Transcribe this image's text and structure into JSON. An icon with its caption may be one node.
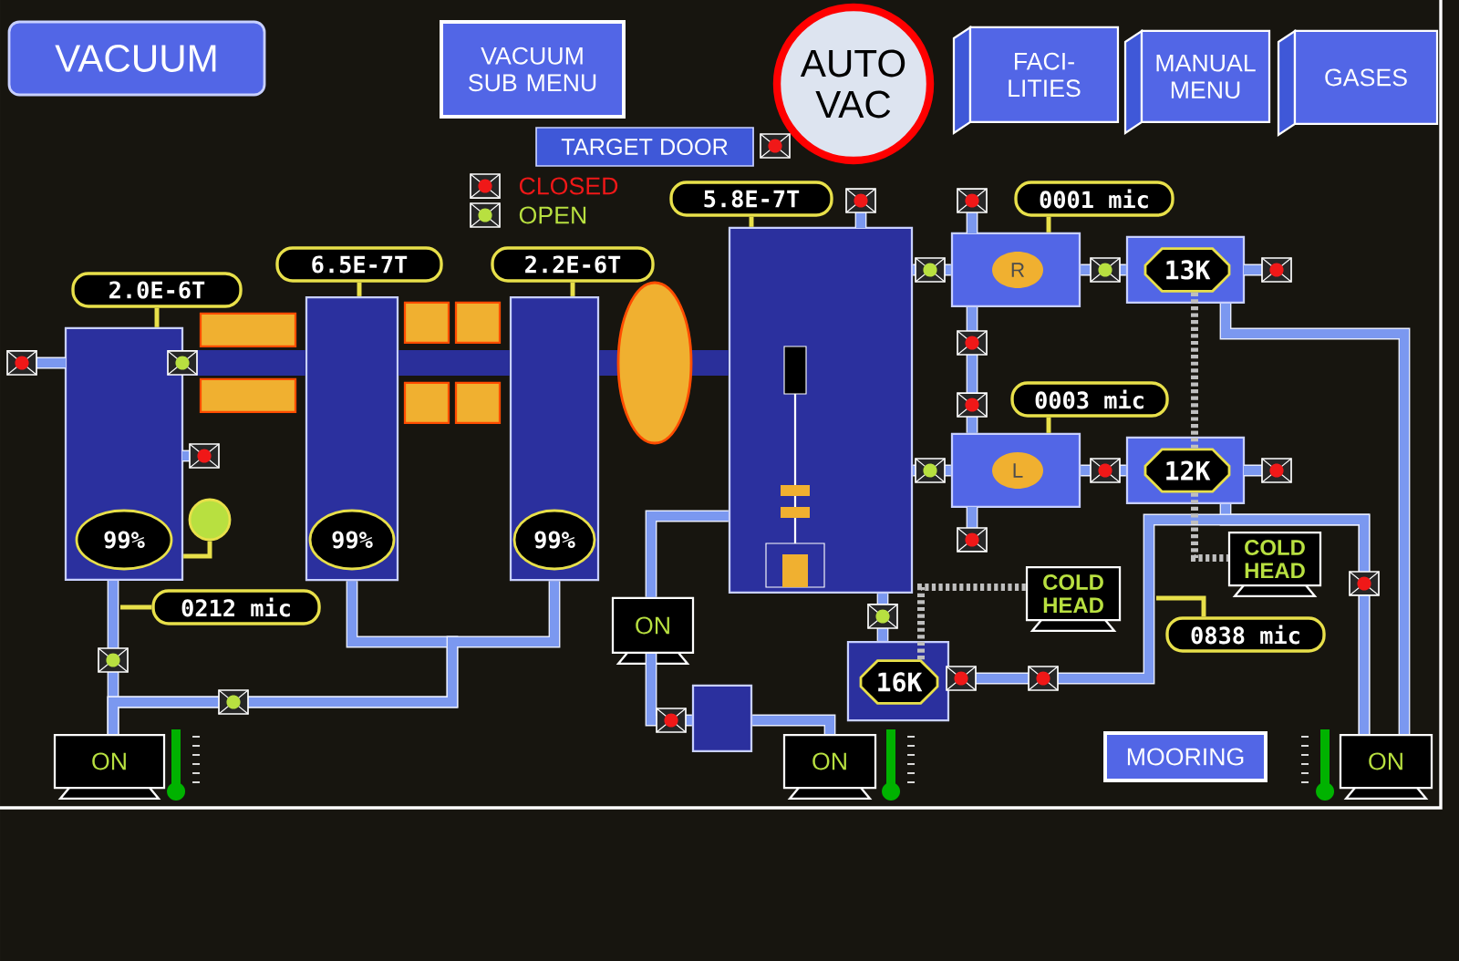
{
  "diagram": {
    "nodes": [
      {
        "text": [
          "VACUUM"
        ]
      },
      {
        "text": [
          "VACUUM SUB MENU"
        ]
      },
      {
        "text": [
          "AUTO VAC"
        ]
      },
      {
        "text": [
          "FACI- LITIES"
        ]
      },
      {
        "text": [
          "MANUAL MENU"
        ]
      },
      {
        "text": [
          "GASES"
        ]
      },
      {
        "text": [
          "TARGET DOOR"
        ]
      },
      {
        "text": [
          "5.8E-7T"
        ]
      },
      {
        "text": [
          "0001 mic"
        ]
      },
      {
        "text": [
          "2.0E-6T"
        ]
      },
      {
        "text": [
          "6.5E-7T"
        ]
      },
      {
        "text": [
          "2.2E-6T"
        ]
      },
      {
        "text": [],
        "shape": "box"
      },
      {
        "text": [],
        "shape": "box"
      },
      {
        "text": [],
        "shape": "box"
      },
      {
        "text": [],
        "shape": "box"
      },
      {
        "text": [],
        "shape": "box"
      },
      {
        "text": [
          "R"
        ],
        "in": 16
      },
      {
        "text": [],
        "shape": "box"
      },
      {
        "text": [
          "13K"
        ],
        "in": 18
      },
      {
        "text": [
          "0003 mic"
        ]
      },
      {
        "text": [],
        "shape": "box"
      },
      {
        "text": [
          "L"
        ],
        "in": 21
      },
      {
        "text": [],
        "shape": "box"
      },
      {
        "text": [
          "12K"
        ],
        "in": 23
      },
      {
        "text": [
          "99%"
        ],
        "in": 12
      },
      {
        "text": [
          "99%"
        ],
        "in": 13
      },
      {
        "text": [
          "99%"
        ],
        "in": 14
      },
      {
        "text": [],
        "shape": "circle"
      },
      {
        "text": [
          "COLD HEAD"
        ]
      },
      {
        "text": [
          "COLD HEAD"
        ]
      },
      {
        "text": [
          "0212 mic"
        ]
      },
      {
        "text": [
          "ON"
        ]
      },
      {
        "text": [
          "0838 mic"
        ]
      },
      {
        "text": [],
        "shape": "box"
      },
      {
        "text": [
          "16K"
        ],
        "in": 34
      },
      {
        "text": [],
        "shape": "box"
      },
      {
        "text": [
          "ON"
        ]
      },
      {
        "text": [
          "ON"
        ]
      },
      {
        "text": [
          "MOORING"
        ]
      },
      {
        "text": [
          "ON"
        ]
      }
    ],
    "edges": [
      {
        "from": 9,
        "to": 12,
        "arrow": "none",
        "color": "#e8e04a"
      },
      {
        "from": 10,
        "to": 13,
        "arrow": "none",
        "color": "#e8e04a"
      },
      {
        "from": 11,
        "to": 14,
        "arrow": "none",
        "color": "#e8e04a"
      },
      {
        "from": 7,
        "to": 15,
        "arrow": "none",
        "color": "#e8e04a"
      },
      {
        "from": 8,
        "to": 16,
        "arrow": "none",
        "color": "#e8e04a"
      },
      {
        "from": 20,
        "to": 21,
        "arrow": "none",
        "color": "#e8e04a"
      },
      {
        "from": 31,
        "to": null,
        "arrow": "none",
        "color": "#e8e04a"
      },
      {
        "from": 33,
        "to": null,
        "arrow": "none",
        "color": "#e8e04a"
      },
      {
        "from": 28,
        "to": 12,
        "arrow": "none",
        "color": "#e8e04a"
      },
      {
        "from": 12,
        "to": 13,
        "arrow": "none",
        "style": "thick",
        "color": "#2a2f9a"
      },
      {
        "from": 13,
        "to": 14,
        "arrow": "none",
        "style": "thick",
        "color": "#2a2f9a"
      },
      {
        "from": 14,
        "to": 15,
        "arrow": "none",
        "style": "thick",
        "color": "#2a2f9a"
      },
      {
        "from": 15,
        "to": 16,
        "arrow": "none"
      },
      {
        "from": 15,
        "to": 21,
        "arrow": "none"
      },
      {
        "from": 16,
        "to": 18,
        "arrow": "none"
      },
      {
        "from": 21,
        "to": 23,
        "arrow": "none"
      },
      {
        "from": 16,
        "to": 21,
        "arrow": "none"
      },
      {
        "from": 15,
        "to": 34,
        "arrow": "none"
      },
      {
        "from": 12,
        "to": 37,
        "arrow": "none"
      },
      {
        "from": 13,
        "to": 37,
        "arrow": "none"
      },
      {
        "from": 14,
        "to": 37,
        "arrow": "none"
      },
      {
        "from": 32,
        "to": 15,
        "arrow": "none"
      },
      {
        "from": 32,
        "to": 36,
        "arrow": "none"
      },
      {
        "from": 36,
        "to": 38,
        "arrow": "none"
      },
      {
        "from": 18,
        "to": 40,
        "arrow": "none"
      },
      {
        "from": 23,
        "to": 40,
        "arrow": "none"
      },
      {
        "from": 34,
        "to": 40,
        "arrow": "none"
      },
      {
        "from": 19,
        "to": 24,
        "arrow": "none",
        "style": "dashed",
        "color": "#bfbfbf"
      },
      {
        "from": 24,
        "to": 29,
        "arrow": "none",
        "style": "dashed",
        "color": "#bfbfbf"
      },
      {
        "from": 35,
        "to": 30,
        "arrow": "none",
        "style": "dashed",
        "color": "#bfbfbf"
      }
    ],
    "legend": [
      {
        "text": "CLOSED"
      },
      {
        "text": "OPEN"
      }
    ]
  }
}
